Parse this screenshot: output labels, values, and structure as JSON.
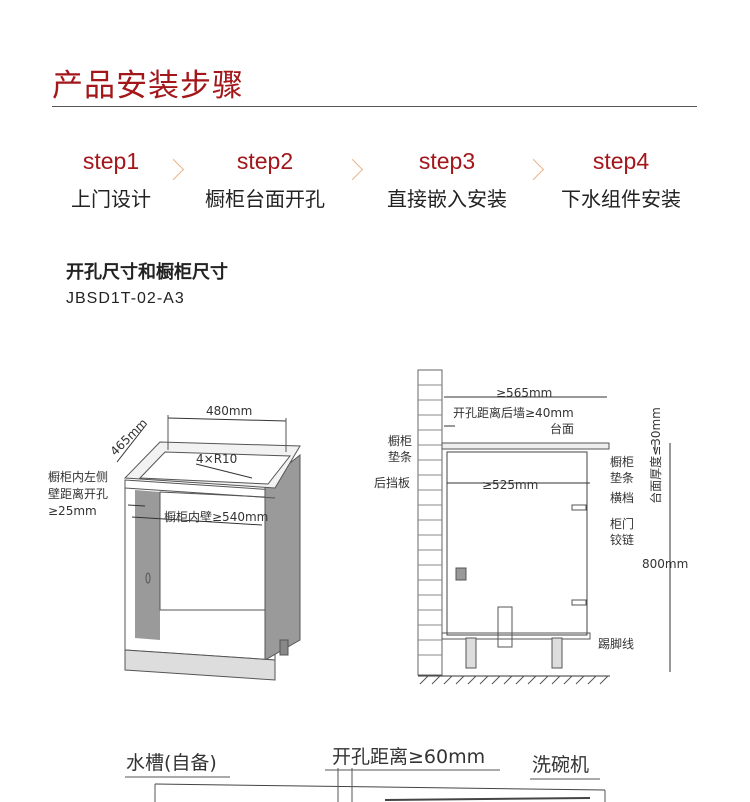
{
  "title": "产品安装步骤",
  "steps": [
    {
      "num": "step1",
      "label": "上门设计"
    },
    {
      "num": "step2",
      "label": "橱柜台面开孔"
    },
    {
      "num": "step3",
      "label": "直接嵌入安装"
    },
    {
      "num": "step4",
      "label": "下水组件安装"
    }
  ],
  "section": {
    "title": "开孔尺寸和橱柜尺寸",
    "model": "JBSD1T-02-A3"
  },
  "diagram1": {
    "width": "480mm",
    "depth": "465mm",
    "radius": "4×R10",
    "side_label_1": "橱柜内左侧",
    "side_label_2": "壁距离开孔",
    "side_label_3": "≥25mm",
    "inner_wall": "橱柜内壁≥540mm"
  },
  "diagram2": {
    "total_depth": "≥565mm",
    "hole_to_wall": "开孔距离后墙≥40mm",
    "countertop": "台面",
    "cabinet_strip_left_1": "橱柜",
    "cabinet_strip_left_2": "垫条",
    "back_panel": "后挡板",
    "inner_depth": "≥525mm",
    "cabinet_strip_right_1": "橱柜",
    "cabinet_strip_right_2": "垫条",
    "crossbar": "横档",
    "hinge_1": "柜门",
    "hinge_2": "铰链",
    "thickness": "台面厚度≤30mm",
    "height": "800mm",
    "kickboard": "踢脚线"
  },
  "diagram3": {
    "sink": "水槽(自备)",
    "hole_distance": "开孔距离≥60mm",
    "dishwasher": "洗碗机"
  }
}
